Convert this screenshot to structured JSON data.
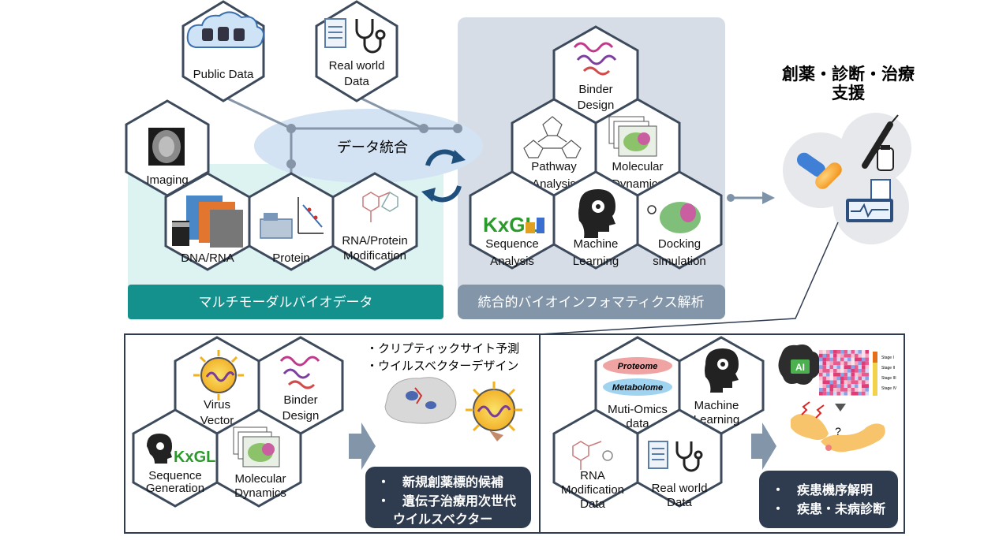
{
  "colors": {
    "teal": "#15918d",
    "teal_bg": "#ddf3f2",
    "gray_panel": "#d6dde7",
    "gray_bar": "#8395a8",
    "navy_box": "#2f3b4f",
    "hex_border": "#3c4a5c",
    "ellipse": "#d3e3f3",
    "arrow": "#7f93a8"
  },
  "top": {
    "public_data": "Public Data",
    "real_world_data": [
      "Real world",
      "Data"
    ],
    "imaging": "Imaging",
    "dna_rna": "DNA/RNA",
    "protein": "Protein",
    "rna_protein_mod": [
      "RNA/Protein",
      "Modification"
    ],
    "data_integration": "データ統合",
    "multimodal_label": "マルチモーダルバイオデータ"
  },
  "analysis": {
    "binder_design": [
      "Binder",
      "Design"
    ],
    "pathway_analysis": [
      "Pathway",
      "Analysis"
    ],
    "molecular_dynamics": [
      "Molecular",
      "Dynamics"
    ],
    "sequence_analysis": [
      "Sequence",
      "Analysis"
    ],
    "machine_learning": [
      "Machine",
      "Learning"
    ],
    "docking_simulation": [
      "Docking",
      "simulation"
    ],
    "panel_label": "統合的バイオインフォマティクス解析",
    "logo_text": "KxGL"
  },
  "right": {
    "title": [
      "創薬・診断・治療",
      "支援"
    ]
  },
  "bottom_left": {
    "virus_vector": [
      "Virus",
      "Vector"
    ],
    "binder_design": [
      "Binder",
      "Design"
    ],
    "sequence_generation": [
      "Sequence",
      "Generation"
    ],
    "molecular_dynamics": [
      "Molecular",
      "Dynamics"
    ],
    "bullets_top": [
      "・クリプティックサイト予測",
      "・ウイルスベクターデザイン"
    ],
    "result_box": [
      "・　新規創薬標的候補",
      "・　遺伝子治療用次世代",
      "ウイルスベクター"
    ]
  },
  "bottom_right": {
    "proteome": "Proteome",
    "metabolome": "Metabolome",
    "multi_omics": [
      "Muti-Omics",
      "data"
    ],
    "machine_learning": [
      "Machine",
      "Learning"
    ],
    "rna_mod": [
      "RNA",
      "Modification",
      "Data"
    ],
    "real_world_data": [
      "Real world",
      "Data"
    ],
    "ai_label": "AI",
    "stage_labels": [
      "Stage I",
      "Stage II",
      "Stage III",
      "Stage IV"
    ],
    "question": "?",
    "result_box": [
      "・　疾患機序解明",
      "・　疾患・未病診断"
    ]
  }
}
